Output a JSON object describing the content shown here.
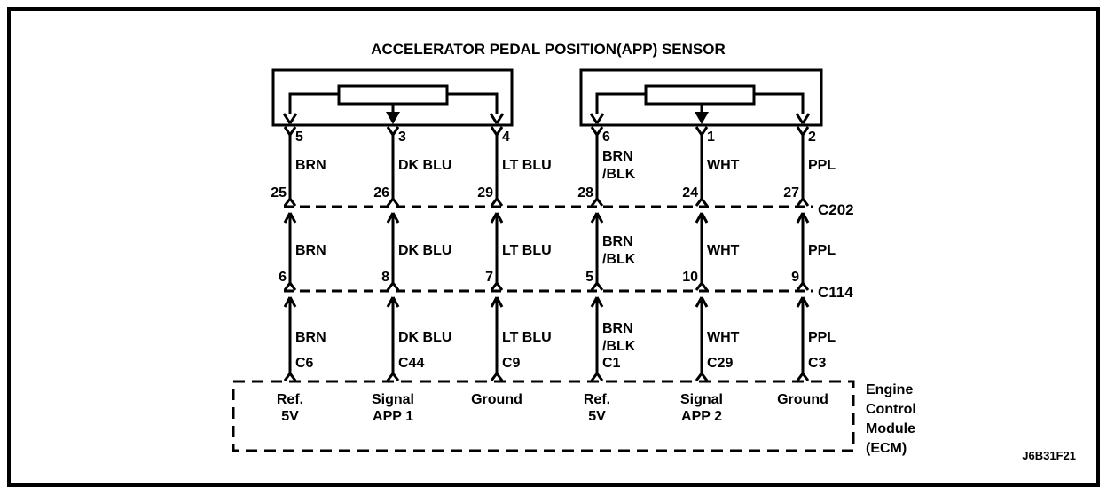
{
  "title": "ACCELERATOR PEDAL POSITION(APP) SENSOR",
  "diagram_code": "J6B31F21",
  "connectors": {
    "c202": "C202",
    "c114": "C114"
  },
  "ecm": {
    "name_lines": [
      "Engine",
      "Control",
      "Module",
      "(ECM)"
    ]
  },
  "wires": [
    {
      "sensor_pin": "5",
      "color1": "BRN",
      "color2": "",
      "c202_pin": "25",
      "c114_pin": "6",
      "ecm_pin": "C6",
      "func1": "Ref.",
      "func2": "5V"
    },
    {
      "sensor_pin": "3",
      "color1": "DK BLU",
      "color2": "",
      "c202_pin": "26",
      "c114_pin": "8",
      "ecm_pin": "C44",
      "func1": "Signal",
      "func2": "APP 1"
    },
    {
      "sensor_pin": "4",
      "color1": "LT BLU",
      "color2": "",
      "c202_pin": "29",
      "c114_pin": "7",
      "ecm_pin": "C9",
      "func1": "Ground",
      "func2": ""
    },
    {
      "sensor_pin": "6",
      "color1": "BRN",
      "color2": "/BLK",
      "c202_pin": "28",
      "c114_pin": "5",
      "ecm_pin": "C1",
      "func1": "Ref.",
      "func2": "5V"
    },
    {
      "sensor_pin": "1",
      "color1": "WHT",
      "color2": "",
      "c202_pin": "24",
      "c114_pin": "10",
      "ecm_pin": "C29",
      "func1": "Signal",
      "func2": "APP 2"
    },
    {
      "sensor_pin": "2",
      "color1": "PPL",
      "color2": "",
      "c202_pin": "27",
      "c114_pin": "9",
      "ecm_pin": "C3",
      "func1": "Ground",
      "func2": ""
    }
  ],
  "colors": {
    "line": "#000000",
    "background": "#ffffff"
  }
}
